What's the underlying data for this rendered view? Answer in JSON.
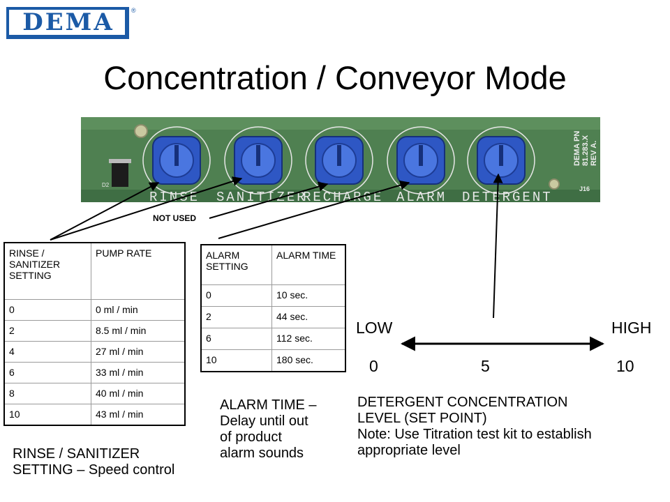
{
  "logo": {
    "text": "DEMA",
    "reg": "®"
  },
  "title": "Concentration / Conveyor Mode",
  "board": {
    "silkscreen": [
      "RINSE",
      "SANITIZER",
      "RECHARGE",
      "ALARM",
      "DETERGENT"
    ],
    "part_label": [
      "DEMA PN",
      "81.283.X",
      "REV A."
    ],
    "j_label": "J16",
    "d_label": "D2"
  },
  "not_used": "NOT USED",
  "rinse_table": {
    "header": [
      "RINSE / SANITIZER SETTING",
      "PUMP RATE"
    ],
    "rows": [
      [
        "0",
        "0 ml / min"
      ],
      [
        "2",
        "8.5 ml / min"
      ],
      [
        "4",
        "27 ml / min"
      ],
      [
        "6",
        "33 ml / min"
      ],
      [
        "8",
        "40 ml / min"
      ],
      [
        "10",
        "43 ml / min"
      ]
    ]
  },
  "alarm_table": {
    "header": [
      "ALARM SETTING",
      "ALARM TIME"
    ],
    "rows": [
      [
        "0",
        "10 sec."
      ],
      [
        "2",
        "44 sec."
      ],
      [
        "6",
        "112 sec."
      ],
      [
        "10",
        "180 sec."
      ]
    ]
  },
  "scale": {
    "low": "LOW",
    "high": "HIGH",
    "min": "0",
    "mid": "5",
    "max": "10"
  },
  "notes": {
    "rinse": [
      "RINSE / SANITIZER",
      "SETTING – Speed control"
    ],
    "alarm": [
      "ALARM TIME –",
      "Delay until out",
      "of product",
      "alarm sounds"
    ],
    "detergent": [
      "DETERGENT CONCENTRATION",
      "LEVEL (SET POINT)",
      "Note:  Use Titration test kit to establish",
      "appropriate level"
    ]
  }
}
